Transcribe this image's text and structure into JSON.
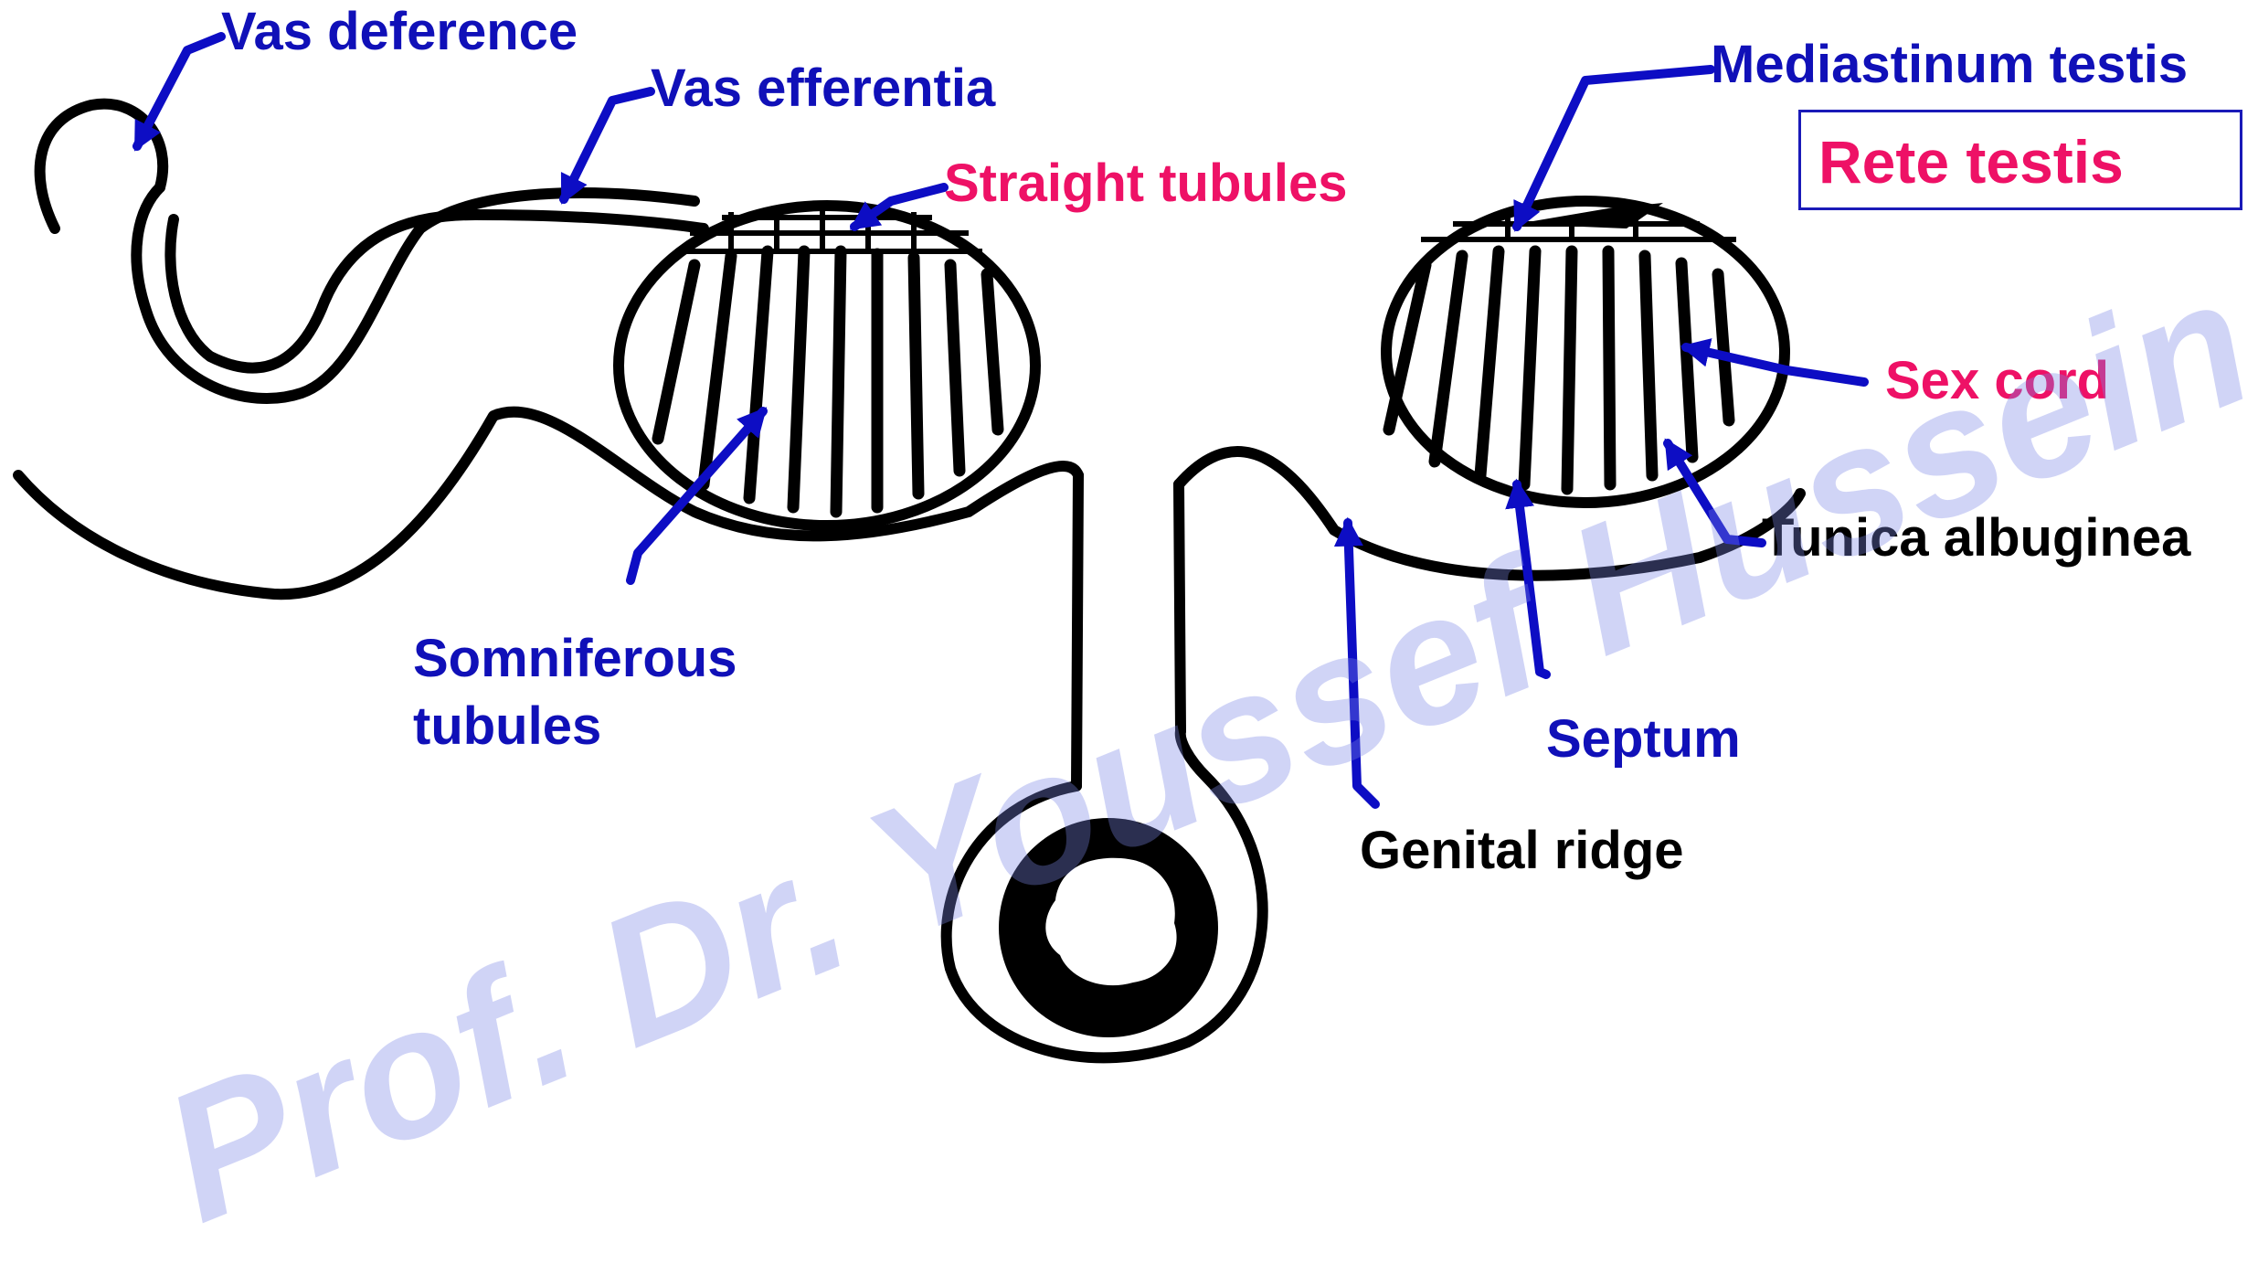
{
  "colors": {
    "arrow": "#0d0dc4",
    "label_blue": "#1010b8",
    "label_pink": "#ee1166",
    "label_black": "#000000",
    "ink": "#000000",
    "watermark": "#7b86e6"
  },
  "labels": {
    "vas_deference": "Vas deference",
    "vas_efferentia": "Vas efferentia",
    "straight_tubules": "Straight tubules",
    "mediastinum_testis": "Mediastinum testis",
    "rete_testis": "Rete testis",
    "sex_cord": "Sex cord",
    "tunica_albuginea": "Tunica albuginea",
    "septum": "Septum",
    "genital_ridge": "Genital ridge",
    "somniferous_line1": "Somniferous",
    "somniferous_line2": "tubules"
  },
  "watermark": {
    "text": "Prof. Dr. Youssef Hussein"
  }
}
